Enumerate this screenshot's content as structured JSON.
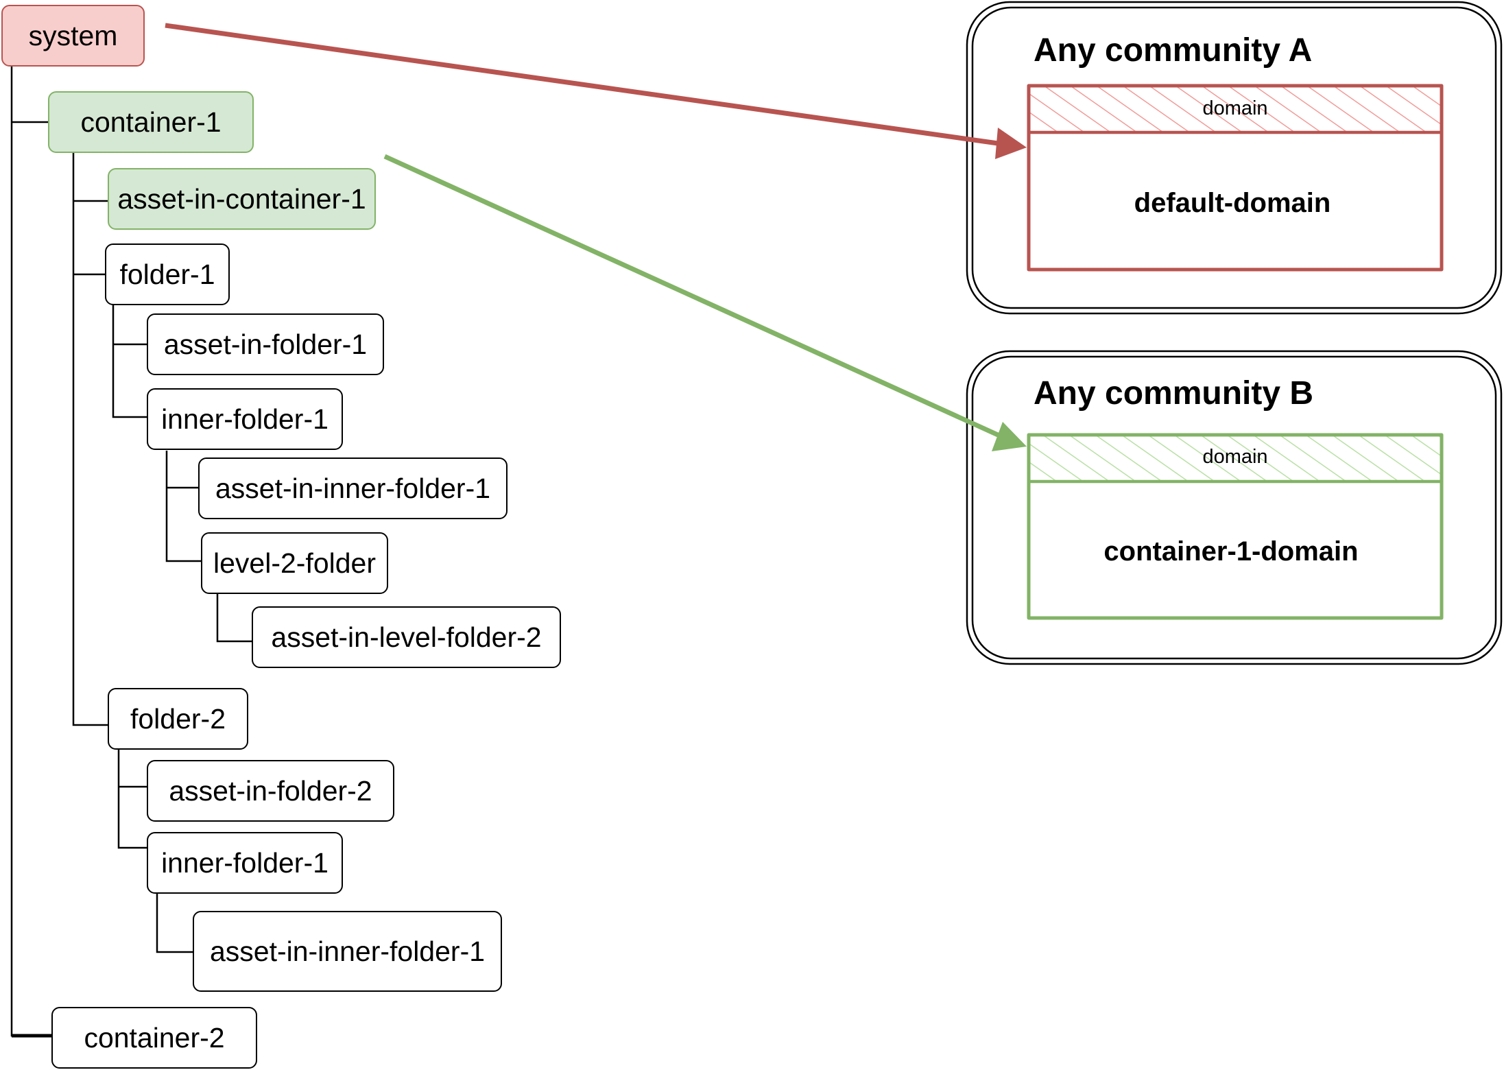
{
  "tree": {
    "system": "system",
    "container_1": "container-1",
    "asset_in_container_1": "asset-in-container-1",
    "folder_1": "folder-1",
    "asset_in_folder_1": "asset-in-folder-1",
    "inner_folder_1_a": "inner-folder-1",
    "asset_in_inner_folder_1_a": "asset-in-inner-folder-1",
    "level_2_folder": "level-2-folder",
    "asset_in_level_folder_2": "asset-in-level-folder-2",
    "folder_2": "folder-2",
    "asset_in_folder_2": "asset-in-folder-2",
    "inner_folder_1_b": "inner-folder-1",
    "asset_in_inner_folder_1_b": "asset-in-inner-folder-1",
    "container_2": "container-2"
  },
  "communities": [
    {
      "title": "Any community A",
      "domain_label": "domain",
      "domain_name": "default-domain",
      "color": "#b85450",
      "hatch_color": "#f19c99"
    },
    {
      "title": "Any community B",
      "domain_label": "domain",
      "domain_name": "container-1-domain",
      "color": "#82b366",
      "hatch_color": "#b9e0a5"
    }
  ],
  "colors": {
    "red_fill": "#f8cecc",
    "red_stroke": "#b85450",
    "green_fill": "#d5e8d4",
    "green_stroke": "#82b366"
  }
}
